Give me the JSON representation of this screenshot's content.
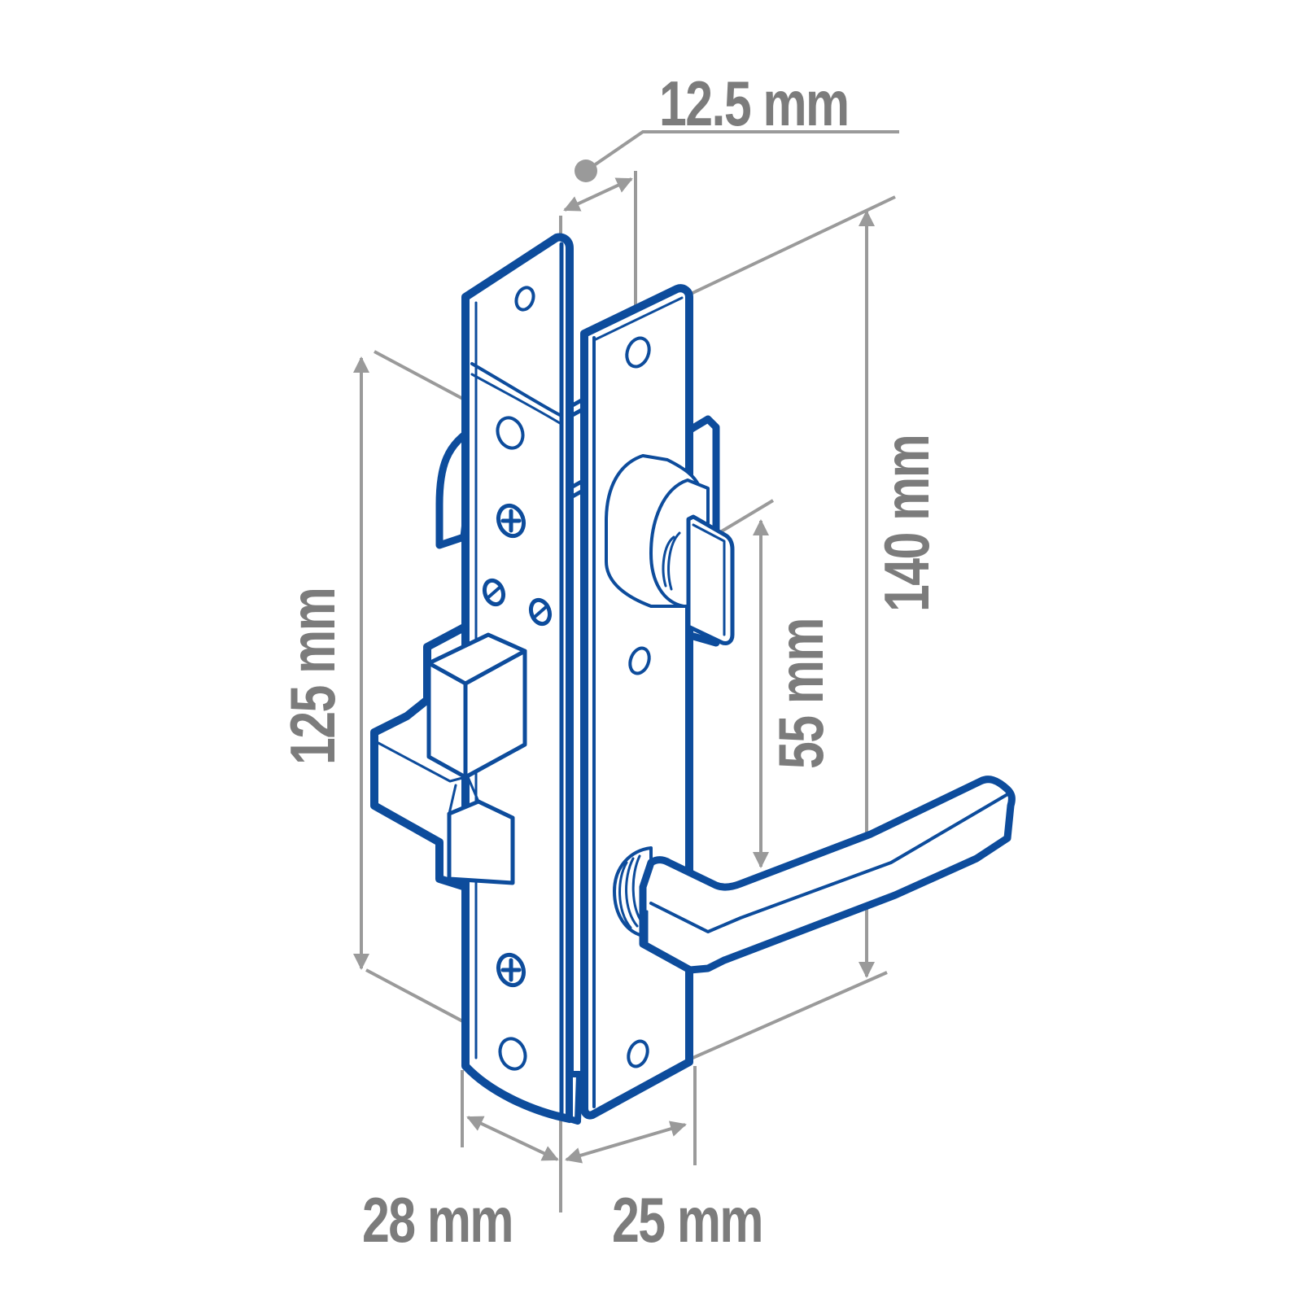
{
  "figure": {
    "subject": "Mortise lock with lever handle and cylinder thumb-turn",
    "line_color": "#0d4c9c",
    "dimension_color": "#9a9a9a",
    "label_color": "#7c7c7c"
  },
  "dimensions": {
    "faceplate_thickness": {
      "label": "12.5 mm",
      "value": 12.5,
      "unit": "mm"
    },
    "lock_body_height": {
      "label": "125 mm",
      "value": 125,
      "unit": "mm"
    },
    "plate_height": {
      "label": "140 mm",
      "value": 140,
      "unit": "mm"
    },
    "handle_to_cylinder": {
      "label": "55 mm",
      "value": 55,
      "unit": "mm"
    },
    "backset_left": {
      "label": "28 mm",
      "value": 28,
      "unit": "mm"
    },
    "backset_right": {
      "label": "25 mm",
      "value": 25,
      "unit": "mm"
    }
  }
}
